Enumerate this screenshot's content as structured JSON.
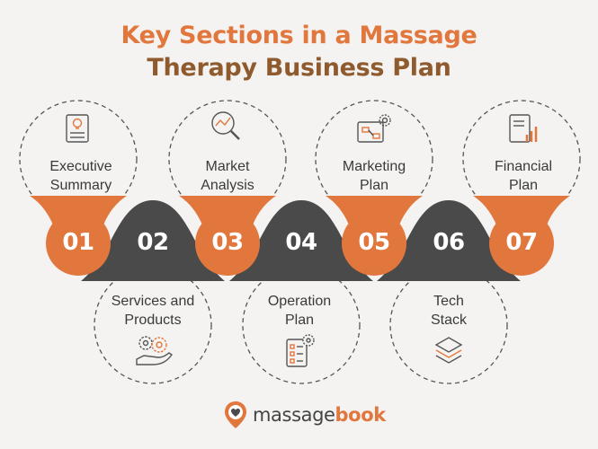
{
  "title": {
    "line1": "Key Sections in a Massage",
    "line2": "Therapy Business Plan"
  },
  "colors": {
    "orange": "#e2773d",
    "dark": "#4a4a4a",
    "title_brown": "#8f5b2e"
  },
  "sections": [
    {
      "number": "01",
      "line1": "Executive",
      "line2": "Summary",
      "icon": "document-lightbulb-icon",
      "color": "orange"
    },
    {
      "number": "02",
      "line1": "Services and",
      "line2": "Products",
      "icon": "gears-hand-icon",
      "color": "dark"
    },
    {
      "number": "03",
      "line1": "Market",
      "line2": "Analysis",
      "icon": "magnifier-chart-icon",
      "color": "orange"
    },
    {
      "number": "04",
      "line1": "Operation",
      "line2": "Plan",
      "icon": "checklist-gear-icon",
      "color": "dark"
    },
    {
      "number": "05",
      "line1": "Marketing",
      "line2": "Plan",
      "icon": "flowchart-gear-icon",
      "color": "orange"
    },
    {
      "number": "06",
      "line1": "Tech",
      "line2": "Stack",
      "icon": "layers-icon",
      "color": "dark"
    },
    {
      "number": "07",
      "line1": "Financial",
      "line2": "Plan",
      "icon": "report-chart-icon",
      "color": "orange"
    }
  ],
  "logo": {
    "part1": "massage",
    "part2": "book",
    "icon": "location-pin-heart-icon"
  }
}
